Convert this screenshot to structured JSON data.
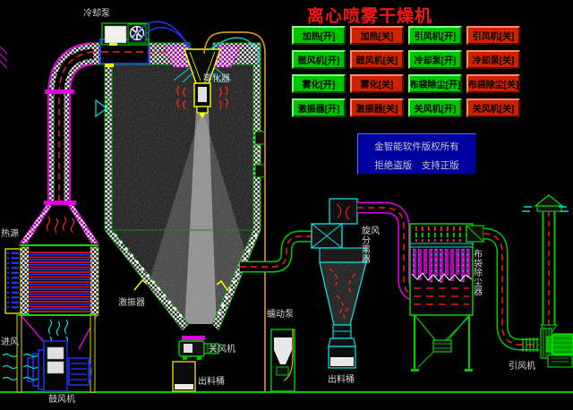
{
  "title": "离心喷雾干燥机",
  "buttons": [
    {
      "label": "加热[开]",
      "state": "on"
    },
    {
      "label": "加热[关]",
      "state": "off"
    },
    {
      "label": "引风机[开]",
      "state": "on"
    },
    {
      "label": "引风机[关]",
      "state": "off"
    },
    {
      "label": "鼓风机[开]",
      "state": "on"
    },
    {
      "label": "鼓风机[关]",
      "state": "off"
    },
    {
      "label": "冷却泵[开]",
      "state": "on"
    },
    {
      "label": "冷却泵[关]",
      "state": "off"
    },
    {
      "label": "雾化[开]",
      "state": "on"
    },
    {
      "label": "雾化[关]",
      "state": "off"
    },
    {
      "label": "布袋除尘[开]",
      "state": "on"
    },
    {
      "label": "布袋除尘[关]",
      "state": "off"
    },
    {
      "label": "激振器[开]",
      "state": "on"
    },
    {
      "label": "激振器[关]",
      "state": "off"
    },
    {
      "label": "关风机[开]",
      "state": "on"
    },
    {
      "label": "关风机[关]",
      "state": "off"
    }
  ],
  "copyright": {
    "line1": "金智能软件版权所有",
    "line2": "拒绝盗版　支持正版"
  },
  "labels": {
    "cooling_pump": "冷却泵",
    "atomizer": "雾化器",
    "heat_source": "热源",
    "air_inlet": "进风",
    "blower": "鼓风机",
    "vibrator": "激振器",
    "rotary_valve": "关风机",
    "discharge_bucket_left": "出料桶",
    "feed_pump": "蠕动泵",
    "cyclone": "旋风\n分\n离\n器",
    "discharge_bucket_right": "出料桶",
    "bag_filter": "布\n袋\n除\n尘\n器",
    "induced_fan": "引风机"
  },
  "colors": {
    "button_on": "#00c400",
    "button_off": "#cc2200",
    "title_red": "#f51515",
    "panel_blue": "#0000a0",
    "pipe_green": "#00c800",
    "pipe_magenta": "#e000e0",
    "pipe_cyan": "#00dddd",
    "line_blue": "#2238ff",
    "line_yellow": "#ffff00",
    "feed_orange": "#d29018",
    "flow_red": "#ff2020"
  }
}
